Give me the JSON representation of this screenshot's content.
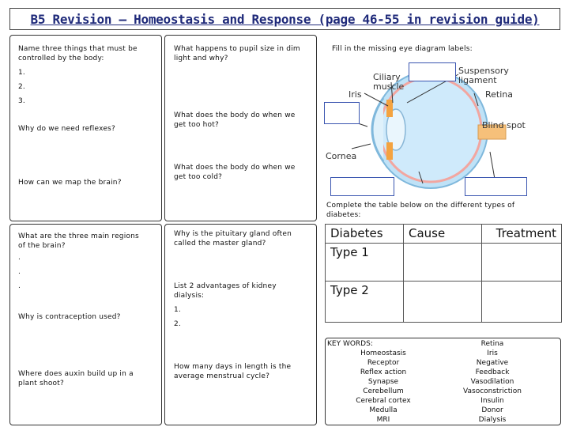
{
  "title": "B5 Revision – Homeostasis and Response (page 46-55 in revision guide)",
  "box1": {
    "q1": "Name three things that must be controlled by the body:",
    "list": [
      "1.",
      "2.",
      "3."
    ],
    "q2": "Why do we need reflexes?",
    "q3": "How can we map the brain?"
  },
  "box2": {
    "q1": "What happens to pupil size in dim light and why?",
    "q2": "What does the body do when we get too hot?",
    "q3": "What does the body do when we get too cold?"
  },
  "eye": {
    "instruction": "Fill in the missing eye diagram labels:",
    "labels": {
      "ciliary": "Ciliary muscle",
      "suspensory": "Suspensory ligament",
      "iris": "Iris",
      "retina": "Retina",
      "blindspot": "Blind spot",
      "cornea": "Cornea"
    }
  },
  "box3": {
    "q1": "What are the three main regions of the brain?",
    "bullets": [
      ".",
      ".",
      "."
    ],
    "q2": "Why is contraception used?",
    "q3": "Where does auxin build up in a plant shoot?"
  },
  "box4": {
    "q1": "Why is the pituitary gland often called the master gland?",
    "q2": "List 2 advantages of kidney dialysis:",
    "list": [
      "1.",
      "2."
    ],
    "q3": "How many days in length is the average menstrual cycle?"
  },
  "table": {
    "instruction": "Complete the table below on the different types of diabetes:",
    "headers": [
      "Diabetes",
      "Cause",
      "Treatment"
    ],
    "rows": [
      "Type 1",
      "Type 2"
    ]
  },
  "keywords": {
    "heading": "KEY WORDS:",
    "col1": [
      "Homeostasis",
      "Receptor",
      "Reflex action",
      "Synapse",
      "Cerebellum",
      "Cerebral cortex",
      "Medulla",
      "MRI"
    ],
    "col2": [
      "Retina",
      "Iris",
      "Negative",
      "Feedback",
      "Vasodilation",
      "Vasoconstriction",
      "Insulin",
      "Donor",
      "Dialysis"
    ]
  }
}
